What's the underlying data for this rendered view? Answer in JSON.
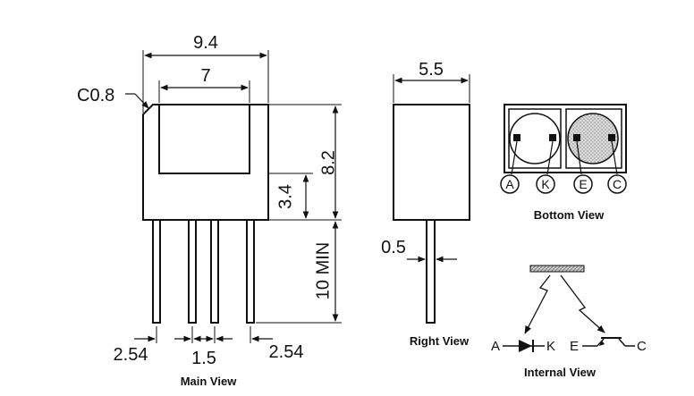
{
  "main_view": {
    "caption": "Main View",
    "dim_width": "9.4",
    "dim_window": "7",
    "dim_chamfer": "C0.8",
    "dim_height": "8.2",
    "dim_window_height": "3.4",
    "dim_lead_length": "10 MIN",
    "dim_pitch_left": "2.54",
    "dim_pitch_center": "1.5",
    "dim_pitch_right": "2.54"
  },
  "right_view": {
    "caption": "Right View",
    "dim_depth": "5.5",
    "dim_lead": "0.5"
  },
  "bottom_view": {
    "caption": "Bottom View",
    "pins": [
      "A",
      "K",
      "E",
      "C"
    ]
  },
  "internal_view": {
    "caption": "Internal View",
    "anode": "A",
    "cathode": "K",
    "emitter": "E",
    "collector": "C"
  }
}
